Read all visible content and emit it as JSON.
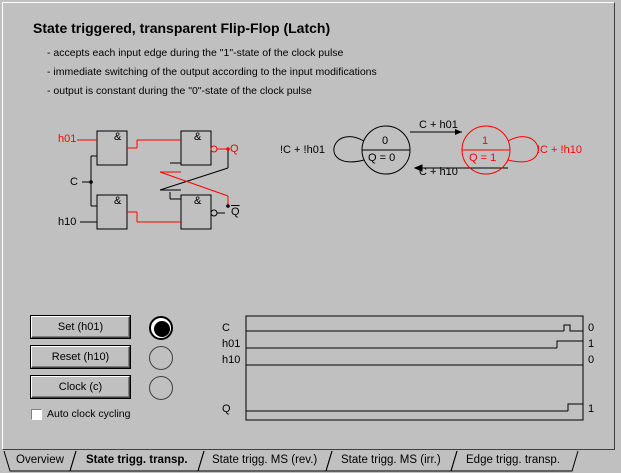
{
  "header": {
    "title": "State triggered, transparent Flip-Flop (Latch)",
    "bullets": [
      "- accepts each input edge during the \"1\"-state of the clock pulse",
      "- immediate switching of the output according to the input modifications",
      "- output is constant during the \"0\"-state of the clock pulse"
    ]
  },
  "circuit": {
    "gate_symbol": "&",
    "input_h01": "h01",
    "input_c": "C",
    "input_h10": "h10",
    "output_q": "Q",
    "output_q_bar": "Q"
  },
  "state_diagram": {
    "state0_top": "0",
    "state0_bottom": "Q = 0",
    "state1_top": "1",
    "state1_bottom": "Q = 1",
    "loop0_label": "!C + !h01",
    "loop1_label": "!C + !h10",
    "edge_0_to_1": "C + h01",
    "edge_1_to_0": "C + h10"
  },
  "controls": {
    "set_label": "Set (h01)",
    "reset_label": "Reset (h10)",
    "clock_label": "Clock (c)",
    "auto_label": "Auto clock cycling",
    "auto_checked": false,
    "lamps": [
      true,
      false,
      false
    ]
  },
  "timing": {
    "signals": [
      {
        "name": "C",
        "value": "0"
      },
      {
        "name": "h01",
        "value": "1"
      },
      {
        "name": "h10",
        "value": "0"
      },
      {
        "name": "Q",
        "value": "1"
      }
    ]
  },
  "tabs": {
    "items": [
      "Overview",
      "State trigg. transp.",
      "State trigg. MS (rev.)",
      "State trigg. MS (irr.)",
      "Edge trigg. transp."
    ],
    "active_index": 1
  },
  "colors": {
    "active": "#ff0000",
    "line": "#000000"
  }
}
